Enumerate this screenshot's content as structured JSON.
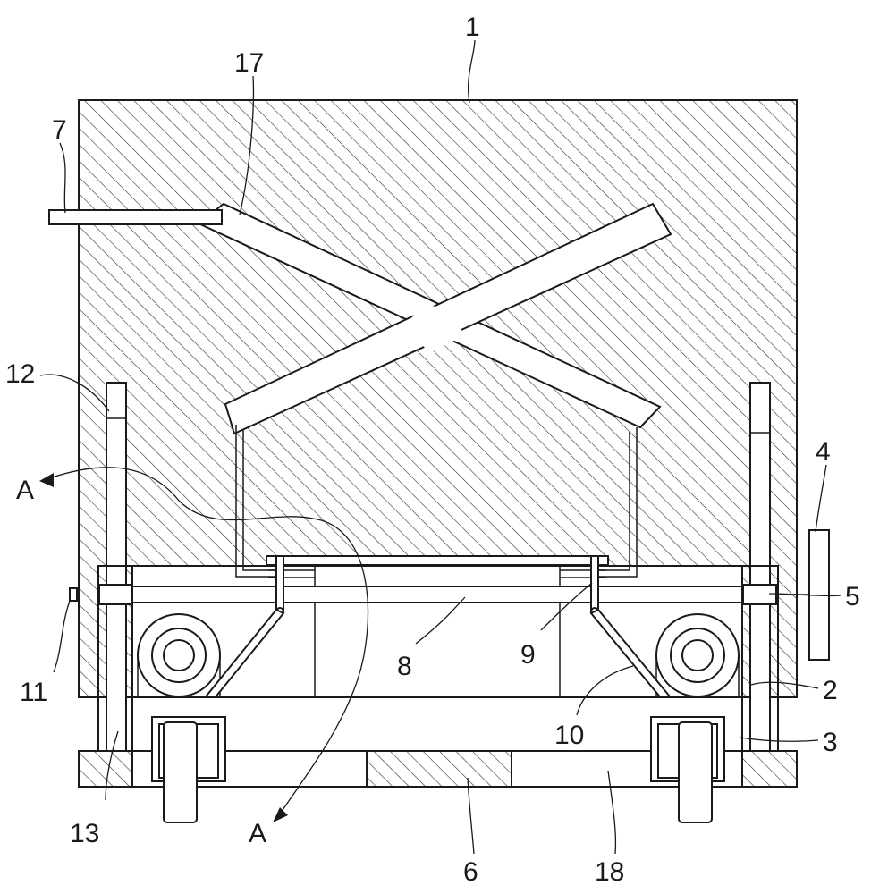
{
  "labels": {
    "l1": "1",
    "l17": "17",
    "l7": "7",
    "l12": "12",
    "l4": "4",
    "lA_top": "A",
    "l5": "5",
    "l11": "11",
    "l8": "8",
    "l9": "9",
    "l2": "2",
    "l10": "10",
    "l3": "3",
    "l13": "13",
    "lA_bottom": "A",
    "l6": "6",
    "l18": "18"
  }
}
